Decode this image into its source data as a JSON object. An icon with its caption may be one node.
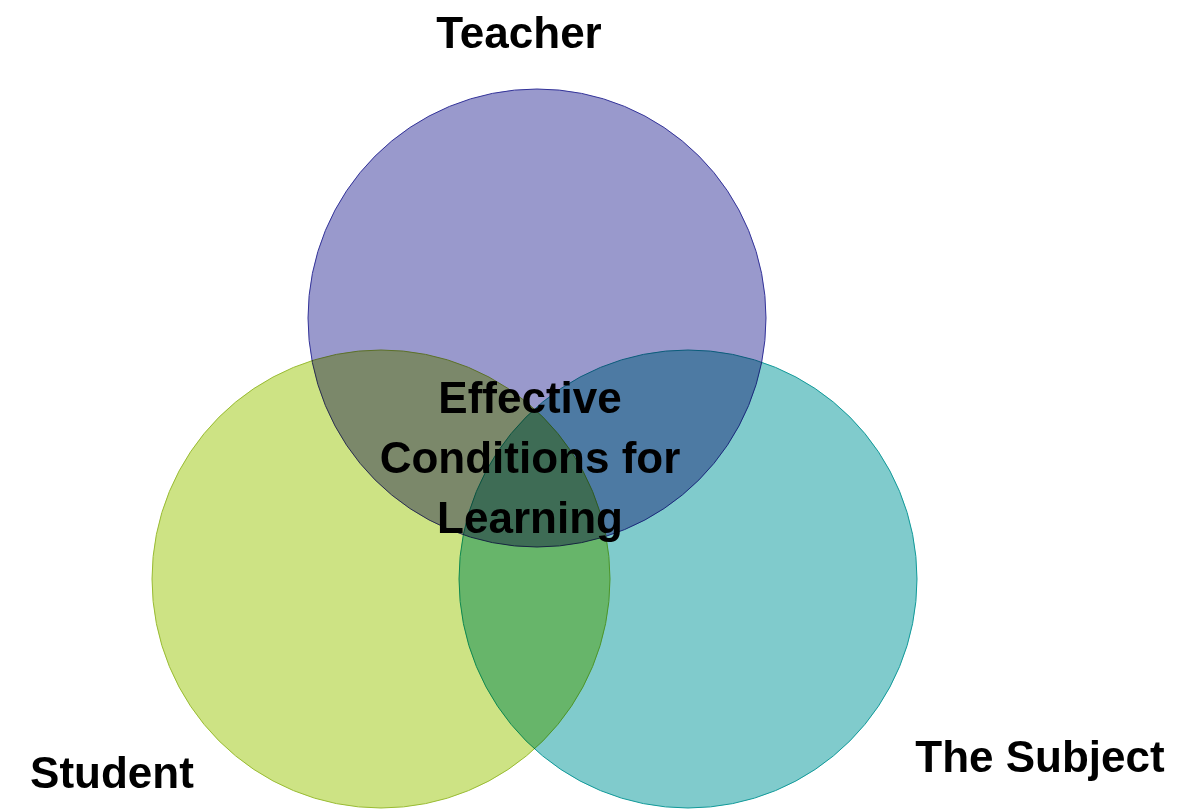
{
  "diagram": {
    "nodes": [
      {
        "text": [
          "Teacher"
        ]
      },
      {
        "text": [
          "Student"
        ]
      },
      {
        "text": [
          "The Subject"
        ]
      }
    ],
    "labels": [
      "Effective Conditions for Learning"
    ]
  }
}
